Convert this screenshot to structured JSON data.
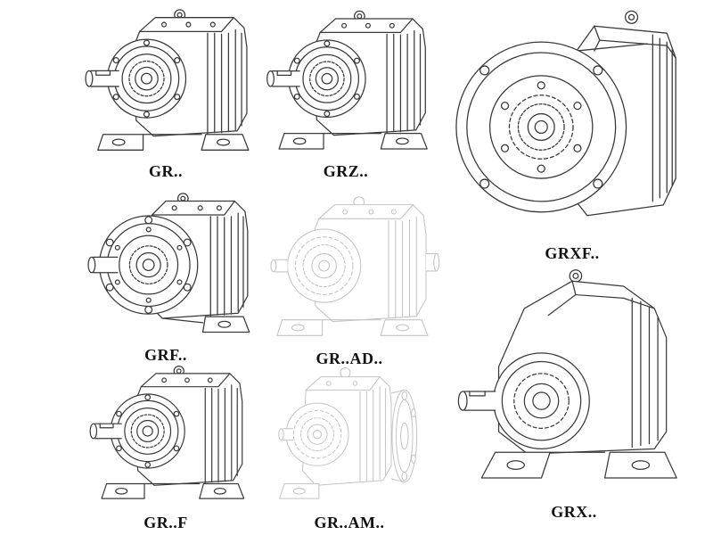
{
  "page": {
    "background": "#ffffff"
  },
  "drawing": {
    "line_color": "#3a3a3a",
    "faded_line_color": "#c4c4c4"
  },
  "models": [
    {
      "label": "GR..",
      "style": "solid"
    },
    {
      "label": "GRZ..",
      "style": "solid"
    },
    {
      "label": "GRXF..",
      "style": "solid"
    },
    {
      "label": "GRF..",
      "style": "solid"
    },
    {
      "label": "GR..AD..",
      "style": "faded"
    },
    {
      "label": "GR..F",
      "style": "solid"
    },
    {
      "label": "GR..AM..",
      "style": "faded"
    },
    {
      "label": "GRX..",
      "style": "solid"
    }
  ]
}
